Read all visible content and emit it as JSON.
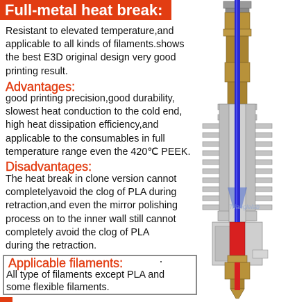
{
  "title": "Full-metal heat break:",
  "intro": "Resistant to elevated temperature,and\napplicable to all kinds of filaments.shows\nthe best E3D original design very good\nprinting result.",
  "advantages": {
    "heading": "Advantages:",
    "text": "good printing precision,good durability,\nslowest heat conduction to the cold end,\nhigh heat dissipation efficiency,and\napplicable to the consumables in full\ntemperature range even the 420℃ PEEK."
  },
  "disadvantages": {
    "heading": "Disadvantages:",
    "text": "The heat break in clone version cannot\ncompletelyavoid the clog of PLA during\nretraction,and even the mirror polishing\nprocess on to the inner wall still cannot\ncompletely avoid the clog of PLA\nduring the retraction."
  },
  "applicable": {
    "heading": "Applicable filaments:",
    "text": "All type of filaments except PLA and\nsome flexible filaments."
  },
  "watermark": "Trianglelab",
  "colors": {
    "accent": "#e23d12",
    "brass": "#b8923a",
    "filament_path": "#2a2ad0",
    "heat_zone": "#d82020",
    "heatsink": "#c4c4c4"
  }
}
